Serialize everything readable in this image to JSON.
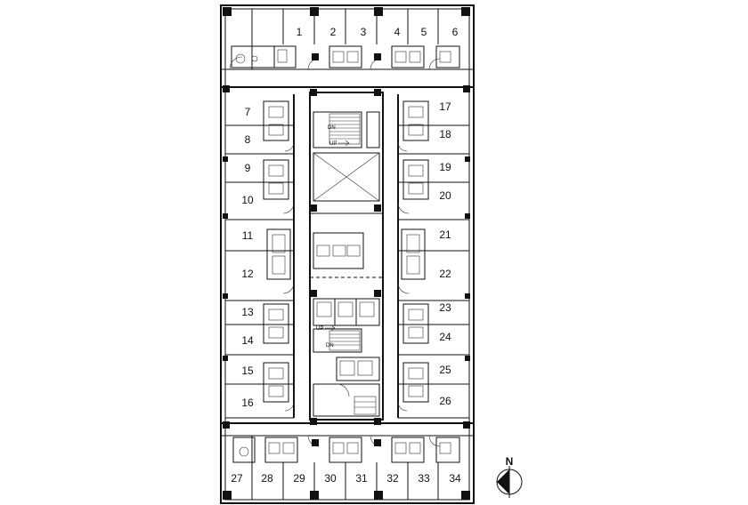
{
  "rooms": {
    "north": [
      "1",
      "2",
      "3",
      "4",
      "5",
      "6"
    ],
    "west": [
      "7",
      "8",
      "9",
      "10",
      "11",
      "12",
      "13",
      "14",
      "15",
      "16"
    ],
    "east": [
      "17",
      "18",
      "19",
      "20",
      "21",
      "22",
      "23",
      "24",
      "25",
      "26"
    ],
    "south": [
      "27",
      "28",
      "29",
      "30",
      "31",
      "32",
      "33",
      "34"
    ]
  },
  "core_labels": {
    "dn_top": "DN",
    "up_top": "UP",
    "up_bottom": "UP",
    "dn_bottom": "DN"
  },
  "north_arrow": {
    "label": "N"
  }
}
